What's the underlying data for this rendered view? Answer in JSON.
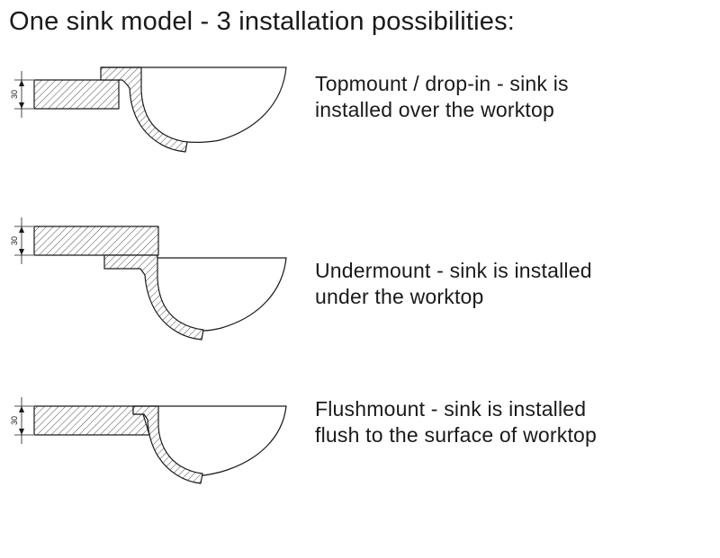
{
  "title": "One sink model - 3 installation possibilities:",
  "colors": {
    "ink": "#1a1a1a",
    "hatch": "#3a3a3a",
    "background": "#ffffff"
  },
  "rows": [
    {
      "id": "topmount",
      "dimension": "30",
      "caption_line1": "Topmount / drop-in - sink is",
      "caption_line2": "installed over the worktop"
    },
    {
      "id": "undermount",
      "dimension": "30",
      "caption_line1": "Undermount - sink is installed",
      "caption_line2": "under the worktop"
    },
    {
      "id": "flushmount",
      "dimension": "30",
      "caption_line1": "Flushmount - sink is installed",
      "caption_line2": "flush to the surface of worktop"
    }
  ]
}
